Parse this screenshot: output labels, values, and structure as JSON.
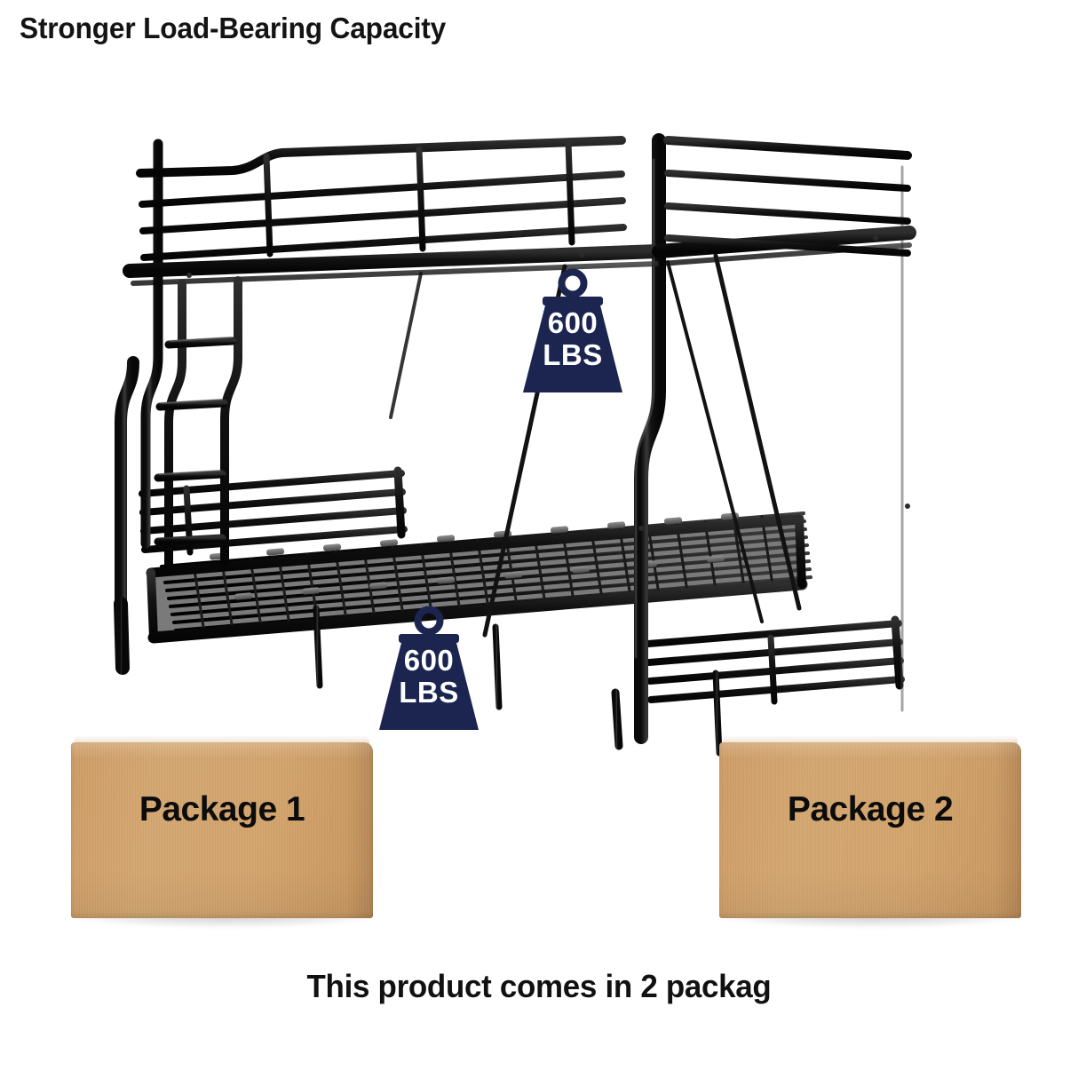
{
  "headline": "Stronger Load-Bearing Capacity",
  "footer_caption": "This product comes in 2 packag",
  "colors": {
    "background": "#ffffff",
    "frame_black": "#121212",
    "badge_navy": "#1b2550",
    "badge_text": "#ffffff",
    "cardboard": "#d2a36e",
    "cardboard_shade": "#c8965f",
    "tape_cream": "#f3ece2",
    "heading_text": "#141414"
  },
  "badges": [
    {
      "id": "top-bunk-capacity",
      "icon": "weight-icon",
      "value": "600",
      "unit": "LBS",
      "position": "top-bunk"
    },
    {
      "id": "bottom-bunk-capacity",
      "icon": "weight-icon",
      "value": "600",
      "unit": "LBS",
      "position": "bottom-bunk"
    }
  ],
  "packages": [
    {
      "label": "Package 1"
    },
    {
      "label": "Package 2"
    }
  ],
  "product": {
    "name": "twin-over-full-metal-bunk-bed",
    "description": "Black metal bunk bed with upper guardrails, side ladder and slatted lower platform",
    "finish": "black"
  }
}
